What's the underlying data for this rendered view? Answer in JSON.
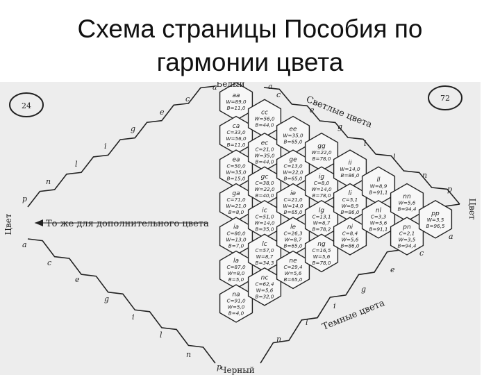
{
  "slide": {
    "title_line1": "Схема страницы Пособия по",
    "title_line2": "гармонии цвета"
  },
  "diagram": {
    "page_left": "24",
    "page_right": "72",
    "top_label": "Белый",
    "bottom_label": "Черный",
    "left_label": "Цвет",
    "right_label": "Цвет",
    "light_tones": "Светлые цвета",
    "dark_tones": "Темные цвета",
    "complementary_note": "То же для дополнительного цвета",
    "upper_edge_letters": [
      "a",
      "c",
      "e",
      "g",
      "i",
      "l",
      "n",
      "p"
    ],
    "lower_edge_letters": [
      "a",
      "c",
      "e",
      "g",
      "i",
      "l",
      "n",
      "p"
    ],
    "right_upper_letters": [
      "a",
      "c",
      "e",
      "g",
      "i",
      "l",
      "n",
      "p"
    ],
    "right_lower_letters": [
      "a",
      "c",
      "e",
      "g",
      "i",
      "l",
      "n"
    ],
    "hex_columns": [
      [
        {
          "code": "aa",
          "lines": [
            "W=89,0",
            "B=11,0"
          ]
        },
        {
          "code": "ca",
          "lines": [
            "C=33,0",
            "W=56,0",
            "B=11,0"
          ]
        },
        {
          "code": "ea",
          "lines": [
            "C=50,0",
            "W=35,0",
            "B=15,0"
          ]
        },
        {
          "code": "ga",
          "lines": [
            "C=71,0",
            "W=21,0",
            "B=8,0"
          ]
        },
        {
          "code": "ia",
          "lines": [
            "C=80,0",
            "W=13,0",
            "B=7,0"
          ]
        },
        {
          "code": "la",
          "lines": [
            "C=87,0",
            "W=8,0",
            "B=5,0"
          ]
        },
        {
          "code": "na",
          "lines": [
            "C=91,0",
            "W=5,0",
            "B=4,0"
          ]
        }
      ],
      [
        {
          "code": "cc",
          "lines": [
            "W=56,0",
            "B=44,0"
          ]
        },
        {
          "code": "ec",
          "lines": [
            "C=21,0",
            "W=35,0",
            "B=44,0"
          ]
        },
        {
          "code": "gc",
          "lines": [
            "C=38,0",
            "W=22,0",
            "B=40,0"
          ]
        },
        {
          "code": "ic",
          "lines": [
            "C=51,0",
            "W=14,0",
            "B=35,0"
          ]
        },
        {
          "code": "lc",
          "lines": [
            "C=57,0",
            "W=8,7",
            "B=34,3"
          ]
        },
        {
          "code": "nc",
          "lines": [
            "C=62,4",
            "W=5,6",
            "B=32,0"
          ]
        }
      ],
      [
        {
          "code": "ee",
          "lines": [
            "W=35,0",
            "B=65,0"
          ]
        },
        {
          "code": "ge",
          "lines": [
            "C=13,0",
            "W=22,0",
            "B=65,0"
          ]
        },
        {
          "code": "ie",
          "lines": [
            "C=21,0",
            "W=14,0",
            "B=65,0"
          ]
        },
        {
          "code": "le",
          "lines": [
            "C=26,3",
            "W=8,7",
            "B=65,0"
          ]
        },
        {
          "code": "ne",
          "lines": [
            "C=29,4",
            "W=5,6",
            "B=65,0"
          ]
        }
      ],
      [
        {
          "code": "gg",
          "lines": [
            "W=22,0",
            "B=78,0"
          ]
        },
        {
          "code": "ig",
          "lines": [
            "C=8,0",
            "W=14,0",
            "B=78,0"
          ]
        },
        {
          "code": "lg",
          "lines": [
            "C=13,1",
            "W=8,7",
            "B=78,2"
          ]
        },
        {
          "code": "ng",
          "lines": [
            "C=16,5",
            "W=5,6",
            "B=78,0"
          ]
        }
      ],
      [
        {
          "code": "ii",
          "lines": [
            "W=14,0",
            "B=86,0"
          ]
        },
        {
          "code": "li",
          "lines": [
            "C=5,1",
            "W=8,9",
            "B=86,0"
          ]
        },
        {
          "code": "ni",
          "lines": [
            "C=8,4",
            "W=5,6",
            "B=86,0"
          ]
        }
      ],
      [
        {
          "code": "ll",
          "lines": [
            "W=8,9",
            "B=91,1"
          ]
        },
        {
          "code": "nl",
          "lines": [
            "C=3,3",
            "W=5,6",
            "B=91,1"
          ]
        }
      ],
      [
        {
          "code": "nn",
          "lines": [
            "W=5,6",
            "B=94,4"
          ]
        },
        {
          "code": "pn",
          "lines": [
            "C=2,1",
            "W=3,5",
            "B=94,4"
          ]
        }
      ],
      [
        {
          "code": "pp",
          "lines": [
            "W=3,5",
            "B=96,5"
          ]
        }
      ]
    ]
  }
}
